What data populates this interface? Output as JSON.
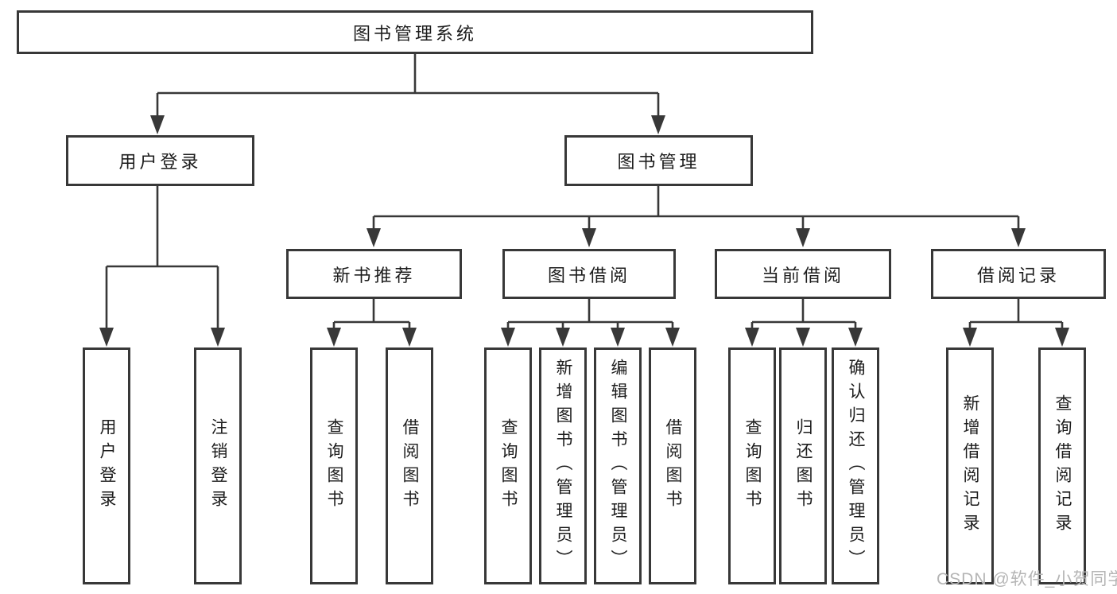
{
  "diagram": {
    "root": {
      "label": "图书管理系统"
    },
    "branches": [
      {
        "label": "用户登录",
        "children": [
          {
            "label": "用户登录"
          },
          {
            "label": "注销登录"
          }
        ]
      },
      {
        "label": "图书管理",
        "children": [
          {
            "label": "新书推荐",
            "children": [
              {
                "label": "查询图书"
              },
              {
                "label": "借阅图书"
              }
            ]
          },
          {
            "label": "图书借阅",
            "children": [
              {
                "label": "查询图书"
              },
              {
                "label": "新增图书（管理员）"
              },
              {
                "label": "编辑图书（管理员）"
              },
              {
                "label": "借阅图书"
              }
            ]
          },
          {
            "label": "当前借阅",
            "children": [
              {
                "label": "查询图书"
              },
              {
                "label": "归还图书"
              },
              {
                "label": "确认归还（管理员）"
              }
            ]
          },
          {
            "label": "借阅记录",
            "children": [
              {
                "label": "新增借阅记录"
              },
              {
                "label": "查询借阅记录"
              }
            ]
          }
        ]
      }
    ],
    "colors": {
      "line": "#383838",
      "text": "#1c1c1c",
      "watermark": "#b5b5b5",
      "background": "#ffffff"
    },
    "watermark": "CSDN @软件_小贺同学"
  }
}
